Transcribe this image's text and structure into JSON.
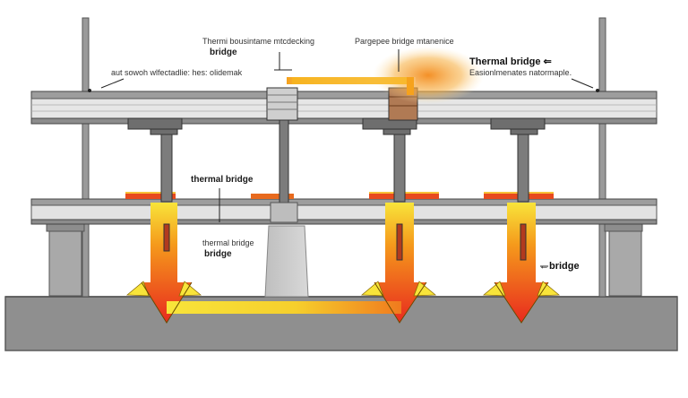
{
  "labels": {
    "top_left_text": "Thermi bousintame  mtcdecking",
    "top_left_bold": "bridge",
    "top_center_text": "Pargepee bridge mtanenice",
    "top_right_bold": "Thermal bridge ⇐",
    "top_right_text": "Easionlmenates natormaple.",
    "left_note": "aut sowoh wlfectadlie:  hes: olidemak",
    "mid_bold": "thermal bridge",
    "mid_small": "thermal bridge",
    "mid_small_bold": "bridge",
    "right_arrow_label": "←bridge"
  },
  "colors": {
    "steel": "#7c7c7c",
    "deck": "#dcdcdc",
    "ground": "#8f8f8f",
    "heat_hot": "#e82a1e",
    "heat_mid": "#f59a1c",
    "heat_warm": "#f8e43a",
    "outline": "#3a3a3a"
  }
}
